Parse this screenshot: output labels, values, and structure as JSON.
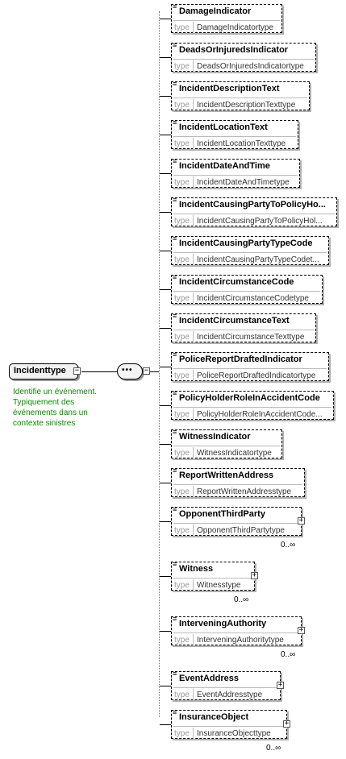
{
  "root": {
    "name": "Incidenttype",
    "documentation": "Identifie un événement. Typiquement des événements dans un contexte sinistres"
  },
  "type_label": "type",
  "elements": [
    {
      "name": "DamageIndicator",
      "type": "DamageIndicatortype",
      "cardinality": ""
    },
    {
      "name": "DeadsOrInjuredsIndicator",
      "type": "DeadsOrInjuredsIndicatortype",
      "cardinality": ""
    },
    {
      "name": "IncidentDescriptionText",
      "type": "IncidentDescriptionTexttype",
      "cardinality": ""
    },
    {
      "name": "IncidentLocationText",
      "type": "IncidentLocationTexttype",
      "cardinality": ""
    },
    {
      "name": "IncidentDateAndTime",
      "type": "IncidentDateAndTimetype",
      "cardinality": ""
    },
    {
      "name": "IncidentCausingPartyToPolicyHo...",
      "type": "IncidentCausingPartyToPolicyHol...",
      "cardinality": ""
    },
    {
      "name": "IncidentCausingPartyTypeCode",
      "type": "IncidentCausingPartyTypeCodet...",
      "cardinality": ""
    },
    {
      "name": "IncidentCircumstanceCode",
      "type": "IncidentCircumstanceCodetype",
      "cardinality": ""
    },
    {
      "name": "IncidentCircumstanceText",
      "type": "IncidentCircumstanceTexttype",
      "cardinality": ""
    },
    {
      "name": "PoliceReportDraftedIndicator",
      "type": "PoliceReportDraftedIndicatortype",
      "cardinality": ""
    },
    {
      "name": "PolicyHolderRoleInAccidentCode",
      "type": "PolicyHolderRoleInAccidentCode...",
      "cardinality": ""
    },
    {
      "name": "WitnessIndicator",
      "type": "WitnessIndicatortype",
      "cardinality": ""
    },
    {
      "name": "ReportWrittenAddress",
      "type": "ReportWrittenAddresstype",
      "cardinality": ""
    },
    {
      "name": "OpponentThirdParty",
      "type": "OpponentThirdPartytype",
      "cardinality": "0..∞"
    },
    {
      "name": "Witness",
      "type": "Witnesstype",
      "cardinality": "0..∞"
    },
    {
      "name": "InterveningAuthority",
      "type": "InterveningAuthoritytype",
      "cardinality": "0..∞"
    },
    {
      "name": "EventAddress",
      "type": "EventAddresstype",
      "cardinality": ""
    },
    {
      "name": "InsuranceObject",
      "type": "InsuranceObjecttype",
      "cardinality": "0..∞"
    }
  ]
}
